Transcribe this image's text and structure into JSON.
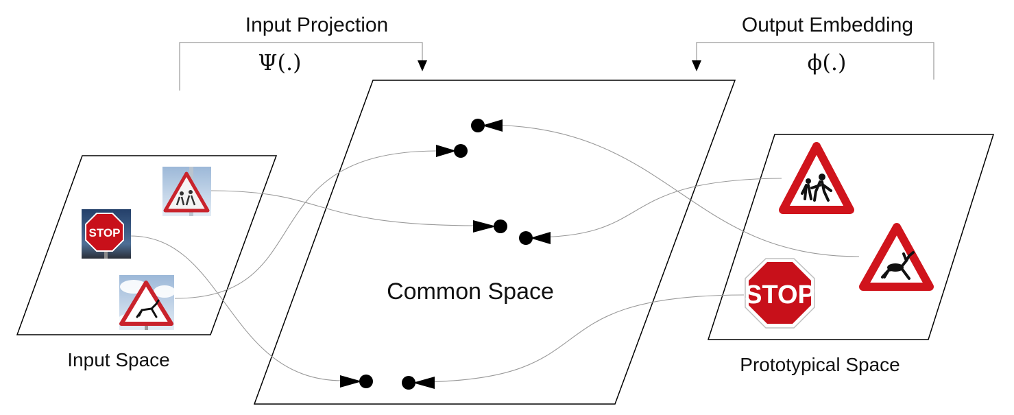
{
  "labels": {
    "input_projection": "Input Projection",
    "input_projection_fn": "Ψ(.)",
    "output_embedding": "Output Embedding",
    "output_embedding_fn": "ϕ(.)",
    "common_space": "Common Space",
    "input_space": "Input Space",
    "prototypical_space": "Prototypical Space"
  },
  "signs": {
    "stop_text": "STOP"
  },
  "colors": {
    "sign_red": "#d0141c",
    "stop_red": "#c8101a",
    "sky_blue": "#6f8fb5",
    "line": "#9a9a9a",
    "ink": "#000000"
  }
}
